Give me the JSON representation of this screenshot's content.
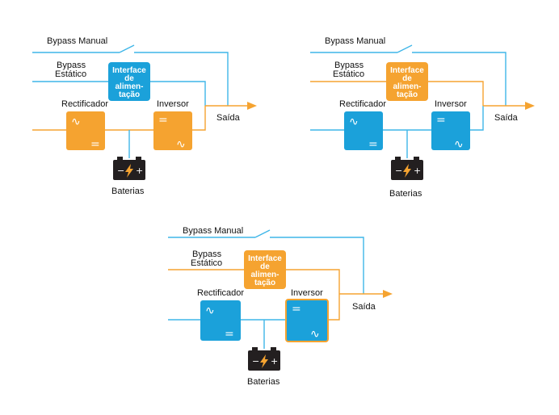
{
  "colors": {
    "orange": "#f5a330",
    "blue": "#1ba1da",
    "line_blue": "#3fb6e8",
    "battery": "#231f20",
    "bolt": "#f5a330"
  },
  "icons": {
    "ac": "sine-wave-icon",
    "dc": "dc-equals-icon",
    "battery": "battery-icon",
    "bolt": "lightning-bolt-icon"
  },
  "diagrams": [
    {
      "bypass_manual": "Bypass Manual",
      "bypass_estatico_1": "Bypass",
      "bypass_estatico_2": "Estático",
      "interface_1": "Interface",
      "interface_2": "de",
      "interface_3": "alimen-",
      "interface_4": "tação",
      "rectificador": "Rectificador",
      "inversor": "Inversor",
      "saida": "Saída",
      "baterias": "Baterias",
      "battery_minus": "−",
      "battery_plus": "+",
      "ac_symbol": "∿",
      "dc_symbol": "="
    },
    {
      "bypass_manual": "Bypass Manual",
      "bypass_estatico_1": "Bypass",
      "bypass_estatico_2": "Estático",
      "interface_1": "Interface",
      "interface_2": "de",
      "interface_3": "alimen-",
      "interface_4": "tação",
      "rectificador": "Rectificador",
      "inversor": "Inversor",
      "saida": "Saída",
      "baterias": "Baterias",
      "battery_minus": "−",
      "battery_plus": "+",
      "ac_symbol": "∿",
      "dc_symbol": "="
    },
    {
      "bypass_manual": "Bypass Manual",
      "bypass_estatico_1": "Bypass",
      "bypass_estatico_2": "Estático",
      "interface_1": "Interface",
      "interface_2": "de",
      "interface_3": "alimen-",
      "interface_4": "tação",
      "rectificador": "Rectificador",
      "inversor": "Inversor",
      "saida": "Saída",
      "baterias": "Baterias",
      "battery_minus": "−",
      "battery_plus": "+",
      "ac_symbol": "∿",
      "dc_symbol": "="
    }
  ]
}
